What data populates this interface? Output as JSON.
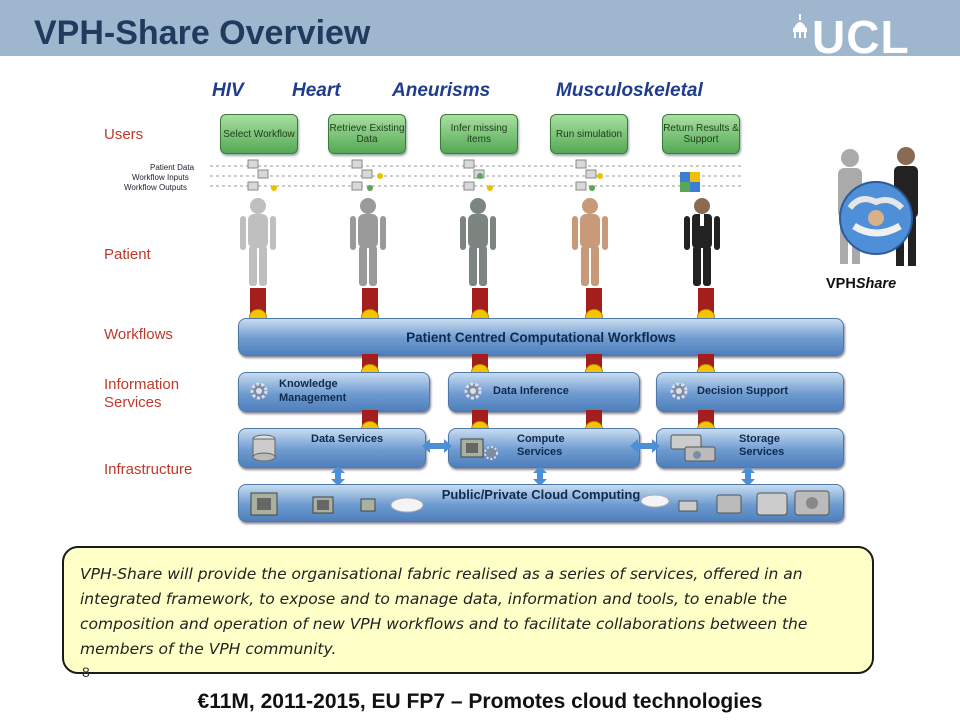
{
  "header": {
    "title": "VPH-Share Overview",
    "logo": "UCL",
    "bg_color": "#9fb6cf",
    "title_color": "#1f3c5e"
  },
  "categories": [
    "HIV",
    "Heart",
    "Aneurisms",
    "Musculoskeletal"
  ],
  "row_labels": {
    "users": "Users",
    "patient": "Patient",
    "workflows": "Workflows",
    "information_services": "Information Services",
    "infrastructure": "Infrastructure"
  },
  "user_actions": [
    "Select Workflow",
    "Retrieve Existing Data",
    "Infer missing items",
    "Run simulation",
    "Return Results & Support"
  ],
  "data_labels": [
    "Patient Data",
    "Workflow Inputs",
    "Workflow Outputs"
  ],
  "workflows_bar": "Patient Centred Computational Workflows",
  "info_services": [
    "Knowledge Management",
    "Data Inference",
    "Decision Support"
  ],
  "infra_services": [
    "Data Services",
    "Compute Services",
    "Storage Services"
  ],
  "cloud_bar": "Public/Private Cloud Computing",
  "vphshare_logo": {
    "part1": "VPH",
    "part2": "Share"
  },
  "description": "VPH-Share will provide the organisational fabric realised as a series of services, offered in an integrated framework, to expose and to manage data, information and tools, to enable the composition and operation of new VPH workflows and to facilitate collaborations between the members of the VPH community.",
  "page_number": "8",
  "footer": "€11M, 2011-2015, EU FP7 – Promotes cloud technologies"
}
